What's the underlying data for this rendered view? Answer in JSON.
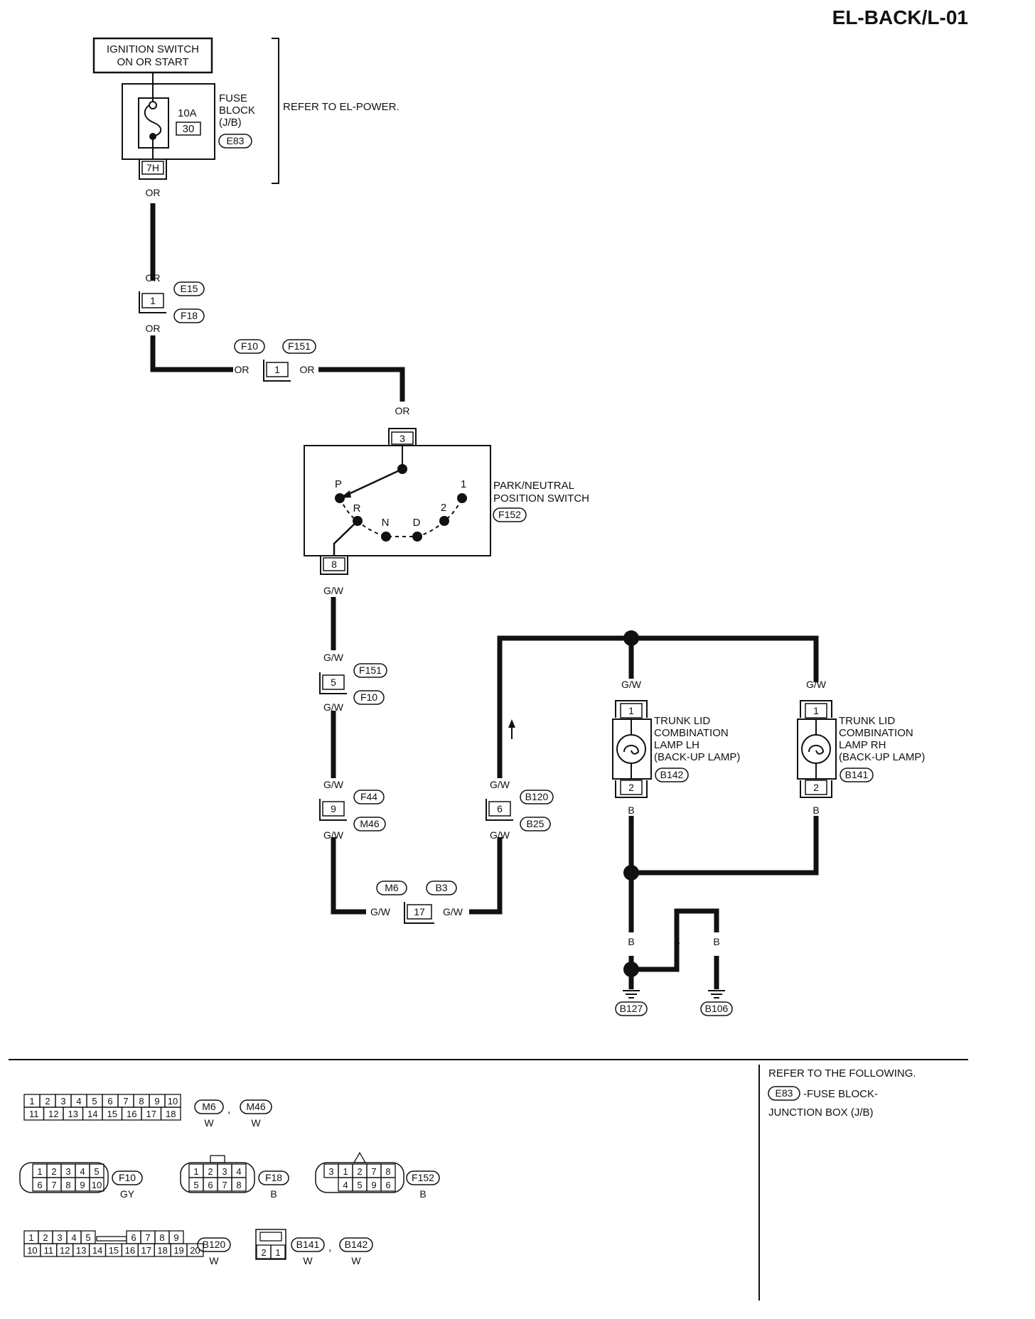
{
  "page_code": "EL-BACK/L-01",
  "ignition": {
    "line1": "IGNITION SWITCH",
    "line2": "ON OR START"
  },
  "fuse_block": {
    "line1": "FUSE",
    "line2": "BLOCK",
    "line3": "(J/B)",
    "amp": "10A",
    "fuse_no": "30",
    "connector": "E83",
    "terminal": "7H"
  },
  "refer_power": "REFER TO EL-POWER.",
  "wire_colors": {
    "or": "OR",
    "gw": "G/W",
    "b": "B"
  },
  "connectors": {
    "e15": "E15",
    "f18": "F18",
    "pin_e15": "1",
    "f10": "F10",
    "f151": "F151",
    "pin_f10": "1",
    "pin_3": "3",
    "pin_8": "8",
    "pin_f151b": "5",
    "f151b": "F151",
    "f10b": "F10",
    "pin_f44": "9",
    "f44": "F44",
    "m46": "M46",
    "pin_b120": "6",
    "b120": "B120",
    "b25": "B25",
    "pin_m6": "17",
    "m6": "M6",
    "b3": "B3"
  },
  "pn_switch": {
    "line1": "PARK/NEUTRAL",
    "line2": "POSITION SWITCH",
    "connector": "F152",
    "pos_p": "P",
    "pos_r": "R",
    "pos_n": "N",
    "pos_d": "D",
    "pos_2": "2",
    "pos_1": "1"
  },
  "lamp_lh": {
    "line1": "TRUNK LID",
    "line2": "COMBINATION",
    "line3": "LAMP LH",
    "line4": "(BACK-UP LAMP)",
    "connector": "B142",
    "pin_top": "1",
    "pin_bottom": "2"
  },
  "lamp_rh": {
    "line1": "TRUNK LID",
    "line2": "COMBINATION",
    "line3": "LAMP RH",
    "line4": "(BACK-UP LAMP)",
    "connector": "B141",
    "pin_top": "1",
    "pin_bottom": "2"
  },
  "grounds": {
    "g1": "B127",
    "g2": "B106"
  },
  "legend": {
    "m6_m46": {
      "top_row": [
        "1",
        "2",
        "3",
        "4",
        "5",
        "6",
        "7",
        "8",
        "9",
        "10"
      ],
      "bottom_row": [
        "11",
        "12",
        "13",
        "14",
        "15",
        "16",
        "17",
        "18"
      ],
      "conn1": "M6",
      "conn2": "M46",
      "color1": "W",
      "color2": "W",
      "sep": ","
    },
    "f10": {
      "top_row": [
        "1",
        "2",
        "3",
        "4",
        "5"
      ],
      "bottom_row": [
        "6",
        "7",
        "8",
        "9",
        "10"
      ],
      "conn": "F10",
      "color": "GY"
    },
    "f18": {
      "top_row": [
        "1",
        "2",
        "3",
        "4"
      ],
      "bottom_row": [
        "5",
        "6",
        "7",
        "8"
      ],
      "conn": "F18",
      "color": "B"
    },
    "f152": {
      "top_row": [
        "3",
        "1",
        "2",
        "7",
        "8"
      ],
      "bottom_row": [
        "4",
        "5",
        "9",
        "6"
      ],
      "conn": "F152",
      "color": "B"
    },
    "b120": {
      "top_row": [
        "1",
        "2",
        "3",
        "4",
        "5",
        "6",
        "7",
        "8",
        "9"
      ],
      "bottom_row": [
        "10",
        "11",
        "12",
        "13",
        "14",
        "15",
        "16",
        "17",
        "18",
        "19",
        "20"
      ],
      "conn": "B120",
      "color": "W"
    },
    "b141_b142": {
      "cells": [
        "2",
        "1"
      ],
      "conn1": "B141",
      "conn2": "B142",
      "color1": "W",
      "color2": "W",
      "sep": ","
    }
  },
  "refer_following": {
    "line1": "REFER TO THE FOLLOWING.",
    "connector": "E83",
    "line2": "-FUSE BLOCK-",
    "line3": "JUNCTION BOX (J/B)"
  }
}
